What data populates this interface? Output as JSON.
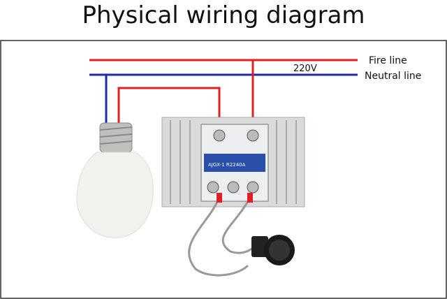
{
  "title": "Physical wiring diagram",
  "labels": {
    "fire": "Fire line",
    "neutral": "Neutral line",
    "voltage": "220V"
  },
  "relay_label": "AJGX-1 R2240A",
  "colors": {
    "fire": "#e02020",
    "neutral": "#1a2bb0",
    "border": "#333333"
  }
}
